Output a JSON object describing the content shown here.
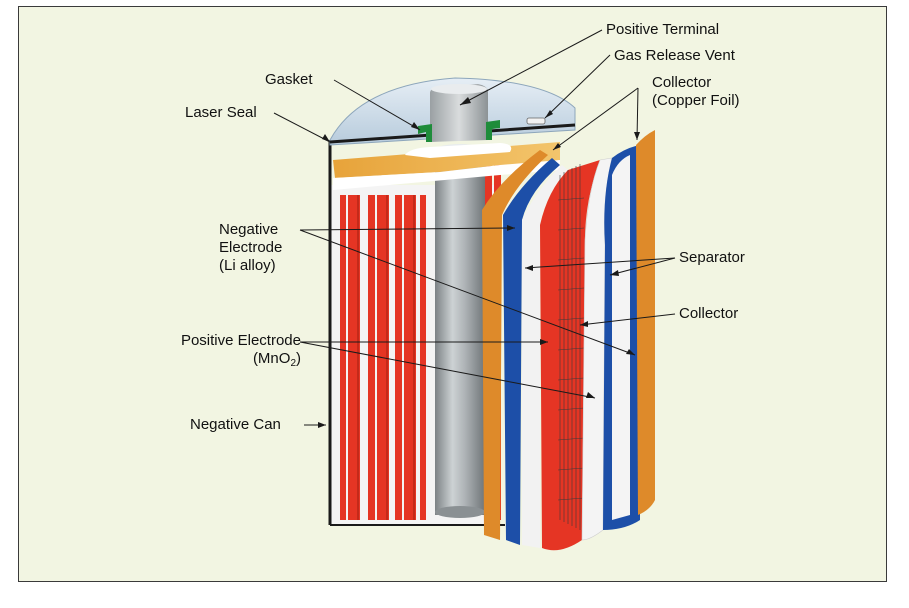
{
  "labels": {
    "positive_terminal": "Positive Terminal",
    "gas_release_vent": "Gas Release Vent",
    "collector_copper_foil_1": "Collector",
    "collector_copper_foil_2": "(Copper Foil)",
    "gasket": "Gasket",
    "laser_seal": "Laser Seal",
    "negative_electrode_1": "Negative",
    "negative_electrode_2": "Electrode",
    "negative_electrode_3": "(Li alloy)",
    "separator": "Separator",
    "collector": "Collector",
    "positive_electrode_1": "Positive Electrode",
    "positive_electrode_2a": "(MnO",
    "positive_electrode_2sub": "2",
    "positive_electrode_2b": ")",
    "negative_can": "Negative Can"
  },
  "colors": {
    "background": "#f2f5e2",
    "red_electrode": "#e53524",
    "blue_electrode": "#1d4fa8",
    "orange_collector": "#de8a2a",
    "separator_white": "#f4f4f4",
    "gasket_green": "#1e8c3a",
    "lid_blue": "#c7d9e8"
  }
}
